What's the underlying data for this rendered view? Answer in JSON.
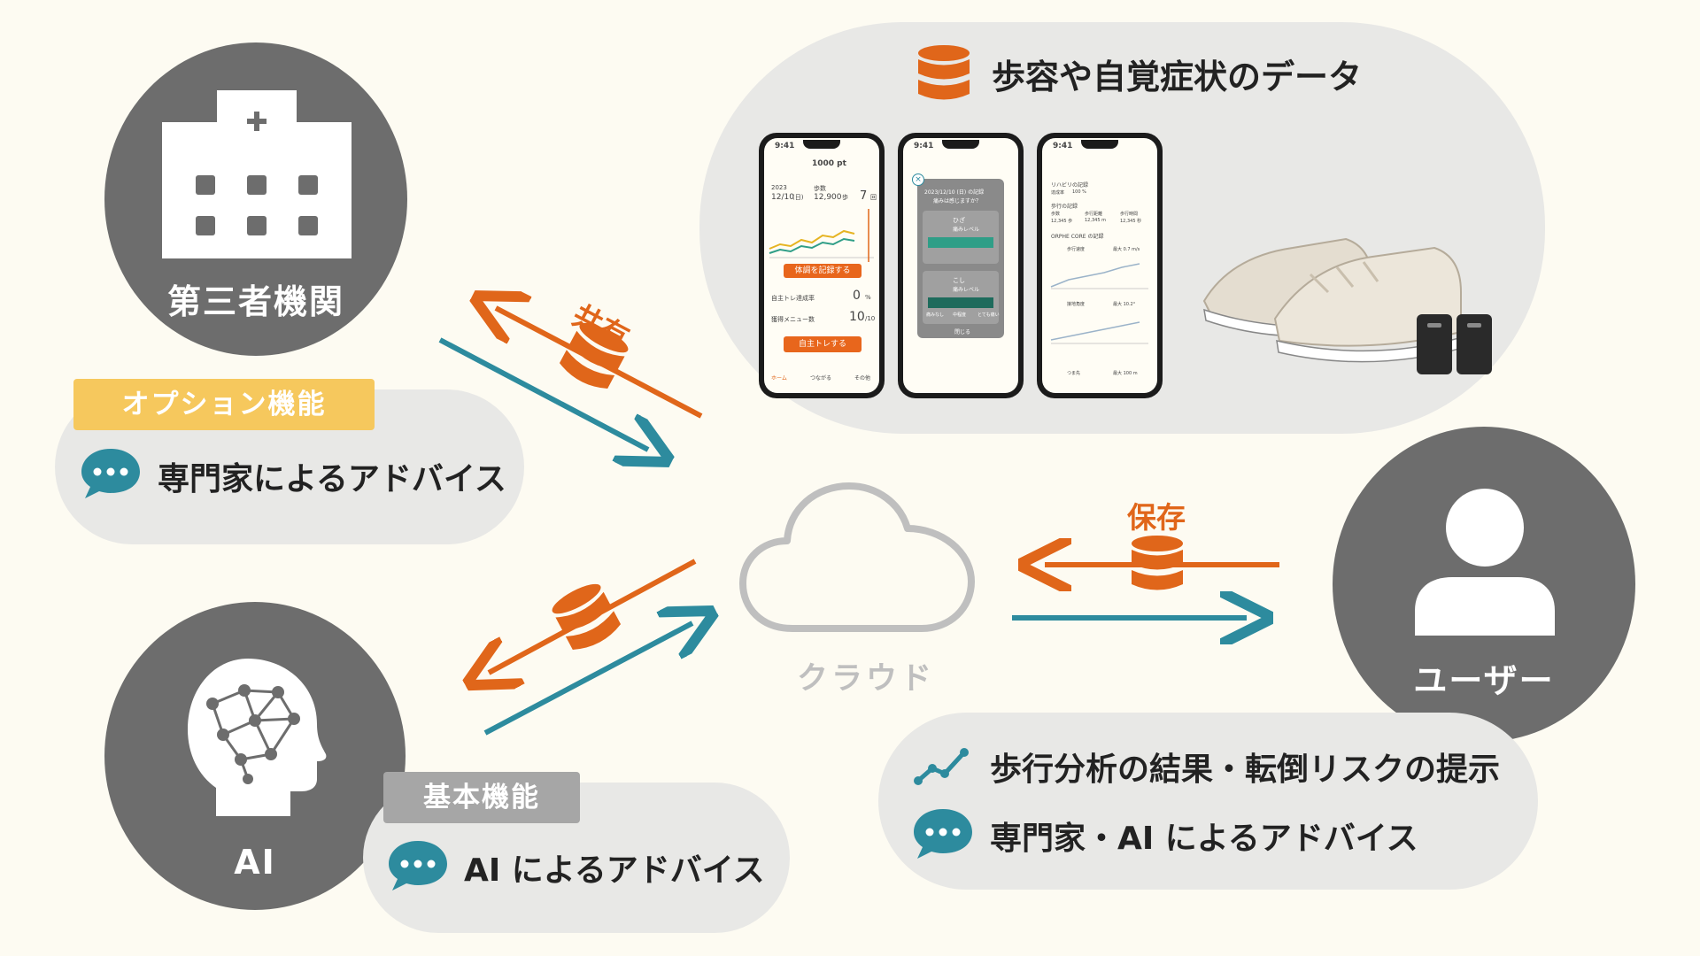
{
  "nodes": {
    "institution": {
      "label": "第三者機関",
      "icon": "hospital-icon"
    },
    "ai": {
      "label": "AI",
      "icon": "brain-network-icon"
    },
    "user": {
      "label": "ユーザー",
      "icon": "user-icon"
    },
    "cloud": {
      "label": "クラウド",
      "icon": "cloud-icon"
    }
  },
  "data_panel": {
    "title": "歩容や自覚症状のデータ",
    "icon": "database-icon"
  },
  "flows": {
    "share": "共有",
    "save": "保存"
  },
  "option_box": {
    "tag": "オプション機能",
    "feature": "専門家によるアドバイス"
  },
  "basic_box": {
    "tag": "基本機能",
    "feature": "AI によるアドバイス"
  },
  "user_box": {
    "feature1": "歩行分析の結果・転倒リスクの提示",
    "feature2": "専門家・AI によるアドバイス"
  },
  "phones": {
    "p1": {
      "time": "9:41",
      "points": "1000 pt",
      "date_label": "2023",
      "date": "12/10",
      "date_day": "(日)",
      "steps_label": "歩数",
      "steps": "12,900",
      "steps_unit": "歩",
      "count": "7",
      "count_unit": "回",
      "record_button": "体調を記録する",
      "row1_label": "自主トレ達成率",
      "row1_value": "0",
      "row1_unit": "%",
      "row2_label": "獲得メニュー数",
      "row2_value": "10",
      "row2_unit": "/10",
      "train_button": "自主トレする",
      "nav_home": "ホーム",
      "nav_connect": "つながる",
      "nav_more": "その他"
    },
    "p2": {
      "time": "9:41",
      "header": "2023/12/10 (日) の記録",
      "question": "痛みは感じますか？",
      "card1_label": "ひざ",
      "card1_sub": "痛みレベル",
      "card2_label": "こし",
      "card2_sub": "痛みレベル",
      "scale_low": "痛みなし",
      "scale_mid": "中程度",
      "scale_high": "とても痛い",
      "close": "閉じる"
    },
    "p3": {
      "time": "9:41",
      "section1": "リハビリの記録",
      "section1_sub": "達成率",
      "section1_value": "100 %",
      "section2": "歩行の記録",
      "stat1_label": "歩数",
      "stat1_value": "12,345 歩",
      "stat2_label": "歩行距離",
      "stat2_value": "12,345 m",
      "stat3_label": "歩行時間",
      "stat3_value": "12,345 秒",
      "section3": "ORPHE CORE の記録",
      "metric1": "歩行速度",
      "metric1_value": "最大 0.7 m/s",
      "metric2": "接地角度",
      "metric2_value": "最大 10.2°",
      "metric3": "つま先",
      "metric3_value": "最大 100 m"
    }
  },
  "colors": {
    "orange": "#e0661a",
    "teal": "#2d8b9e",
    "dark_circle": "#6d6d6d",
    "pill": "#e8e8e6",
    "option_tag": "#f6c85d",
    "basic_tag": "#a6a6a6",
    "cloud": "#bfbfbf"
  }
}
